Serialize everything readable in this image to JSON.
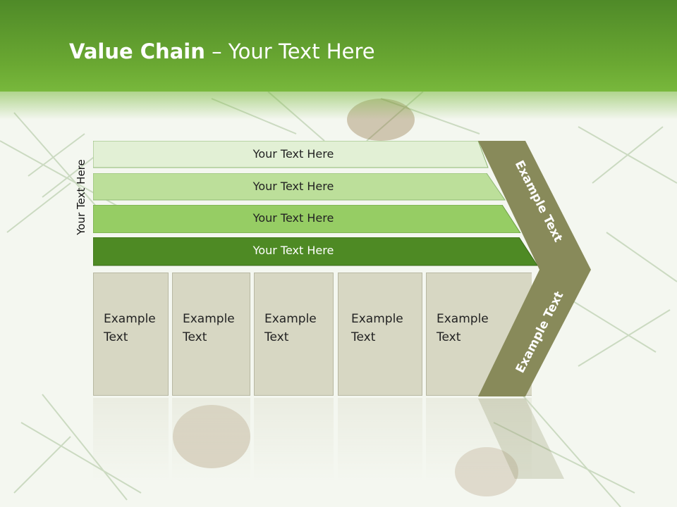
{
  "slide": {
    "title_bold": "Value Chain",
    "title_rest": " – Your Text Here",
    "side_label": "Your Text Here"
  },
  "bars": [
    {
      "label": "Your Text Here",
      "color": "#e2f0d5"
    },
    {
      "label": "Your Text Here",
      "color": "#bcdf9a"
    },
    {
      "label": "Your Text Here",
      "color": "#96cd64"
    },
    {
      "label": "Your Text Here",
      "color": "#4e8a24"
    }
  ],
  "boxes": [
    {
      "line1": "Example",
      "line2": "Text"
    },
    {
      "line1": "Example",
      "line2": "Text"
    },
    {
      "line1": "Example",
      "line2": "Text"
    },
    {
      "line1": "Example",
      "line2": "Text"
    },
    {
      "line1": "Example",
      "line2": "Text"
    }
  ],
  "arrow": {
    "upper_label": "Example Text",
    "lower_label": "Example Text",
    "color": "#888a5a"
  },
  "colors": {
    "header": "#6aa832",
    "box_fill": "#d7d7c3"
  }
}
